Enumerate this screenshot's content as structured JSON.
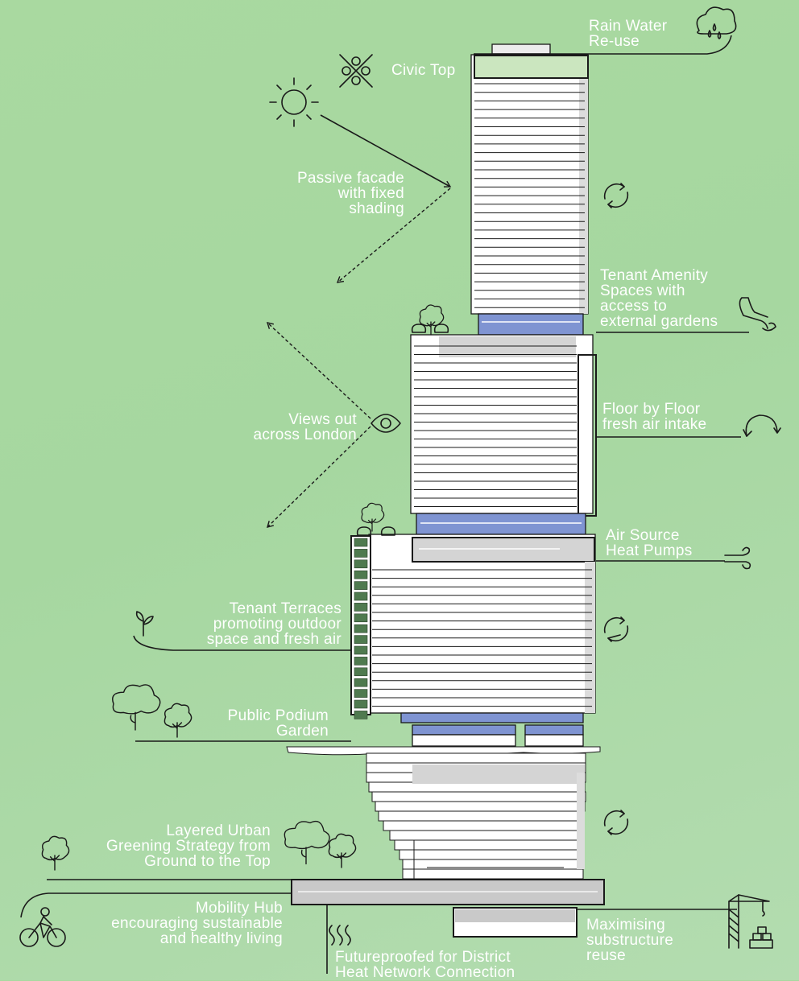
{
  "labels": {
    "rain_water": "Rain Water\nRe-use",
    "civic_top": "Civic Top",
    "passive_facade": "Passive facade\nwith fixed\nshading",
    "tenant_amenity": "Tenant Amenity\nSpaces with\naccess to\nexternal gardens",
    "views_out": "Views out\nacross London",
    "fresh_air": "Floor by Floor\nfresh air intake",
    "heat_pumps": "Air Source\nHeat Pumps",
    "tenant_terraces": "Tenant Terraces\npromoting outdoor\nspace and fresh air",
    "podium_garden": "Public Podium\nGarden",
    "urban_greening": "Layered Urban\nGreening Strategy from\nGround to the Top",
    "mobility_hub": "Mobility Hub\nencouraging sustainable\nand healthy living",
    "substructure": "Maximising\nsubstructure\nreuse",
    "district_heat": "Futureproofed for District\nHeat Network Connection"
  },
  "icons": [
    "rain-cloud-icon",
    "civic-top-icon",
    "sun-icon",
    "recycle-icon",
    "chair-icon",
    "eye-icon",
    "wind-loop-icon",
    "wind-icon",
    "sprout-icon",
    "tree-icon",
    "bicycle-icon",
    "heat-waves-icon",
    "crane-icon"
  ],
  "colors": {
    "background": "#a8d8a0",
    "line": "#1a1a1a",
    "floor_fill": "#ffffff",
    "glass": "#7f94d2",
    "grey": "#cfcfcf",
    "terrace": "#4f7a4f"
  }
}
